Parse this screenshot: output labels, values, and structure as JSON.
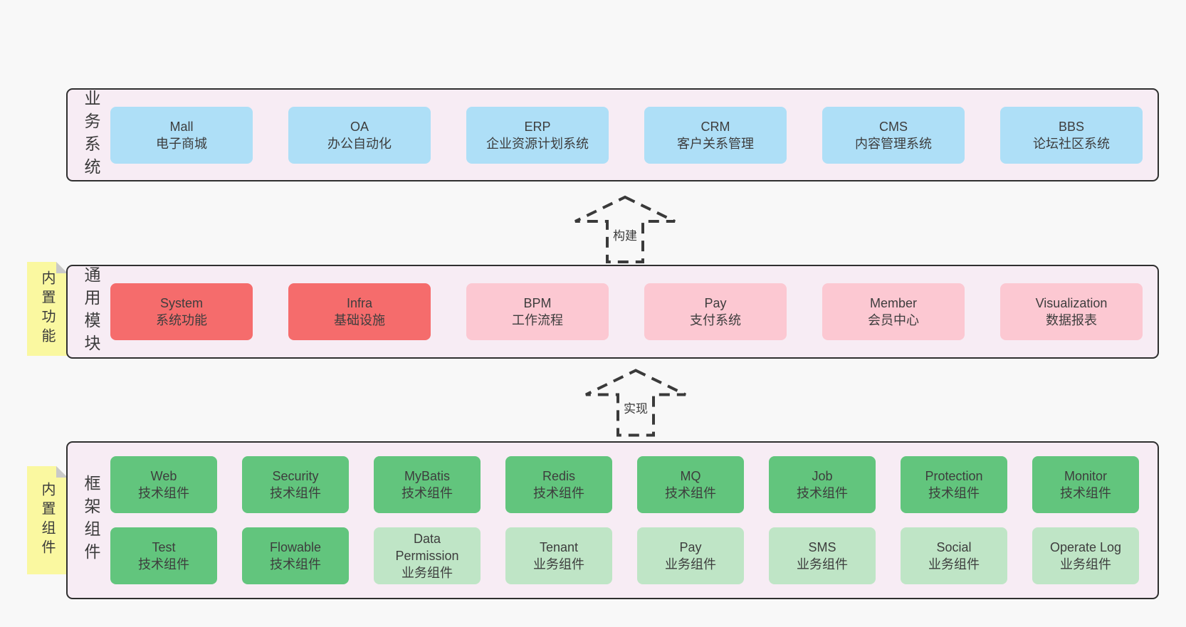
{
  "colors": {
    "page_bg": "#f8f8f8",
    "band_bg": "#f7ecf4",
    "band_border": "#2f2f2f",
    "blue_box": "#aedff7",
    "red_box": "#f56c6c",
    "pink_box": "#fcc8d2",
    "green_box": "#62c57d",
    "light_green_box": "#bfe5c6",
    "sticky_note": "#faf8a0",
    "note_fold": "#c9c9c9",
    "text": "#3d3d3d"
  },
  "arrows": [
    {
      "label": "构建"
    },
    {
      "label": "实现"
    }
  ],
  "bands": [
    {
      "label": "业务系统",
      "boxes": [
        {
          "title": "Mall",
          "subtitle": "电子商城",
          "variant": "blue"
        },
        {
          "title": "OA",
          "subtitle": "办公自动化",
          "variant": "blue"
        },
        {
          "title": "ERP",
          "subtitle": "企业资源计划系统",
          "variant": "blue"
        },
        {
          "title": "CRM",
          "subtitle": "客户关系管理",
          "variant": "blue"
        },
        {
          "title": "CMS",
          "subtitle": "内容管理系统",
          "variant": "blue"
        },
        {
          "title": "BBS",
          "subtitle": "论坛社区系统",
          "variant": "blue"
        }
      ]
    },
    {
      "label": "通用模块",
      "note": "内置功能",
      "boxes": [
        {
          "title": "System",
          "subtitle": "系统功能",
          "variant": "red"
        },
        {
          "title": "Infra",
          "subtitle": "基础设施",
          "variant": "red"
        },
        {
          "title": "BPM",
          "subtitle": "工作流程",
          "variant": "pink"
        },
        {
          "title": "Pay",
          "subtitle": "支付系统",
          "variant": "pink"
        },
        {
          "title": "Member",
          "subtitle": "会员中心",
          "variant": "pink"
        },
        {
          "title": "Visualization",
          "subtitle": "数据报表",
          "variant": "pink"
        }
      ]
    },
    {
      "label": "框架组件",
      "note": "内置组件",
      "rows": [
        [
          {
            "title": "Web",
            "subtitle": "技术组件",
            "variant": "green"
          },
          {
            "title": "Security",
            "subtitle": "技术组件",
            "variant": "green"
          },
          {
            "title": "MyBatis",
            "subtitle": "技术组件",
            "variant": "green"
          },
          {
            "title": "Redis",
            "subtitle": "技术组件",
            "variant": "green"
          },
          {
            "title": "MQ",
            "subtitle": "技术组件",
            "variant": "green"
          },
          {
            "title": "Job",
            "subtitle": "技术组件",
            "variant": "green"
          },
          {
            "title": "Protection",
            "subtitle": "技术组件",
            "variant": "green"
          },
          {
            "title": "Monitor",
            "subtitle": "技术组件",
            "variant": "green"
          }
        ],
        [
          {
            "title": "Test",
            "subtitle": "技术组件",
            "variant": "green"
          },
          {
            "title": "Flowable",
            "subtitle": "技术组件",
            "variant": "green"
          },
          {
            "title": "Data Permission",
            "subtitle": "业务组件",
            "variant": "green-light"
          },
          {
            "title": "Tenant",
            "subtitle": "业务组件",
            "variant": "green-light"
          },
          {
            "title": "Pay",
            "subtitle": "业务组件",
            "variant": "green-light"
          },
          {
            "title": "SMS",
            "subtitle": "业务组件",
            "variant": "green-light"
          },
          {
            "title": "Social",
            "subtitle": "业务组件",
            "variant": "green-light"
          },
          {
            "title": "Operate Log",
            "subtitle": "业务组件",
            "variant": "green-light"
          }
        ]
      ]
    }
  ]
}
